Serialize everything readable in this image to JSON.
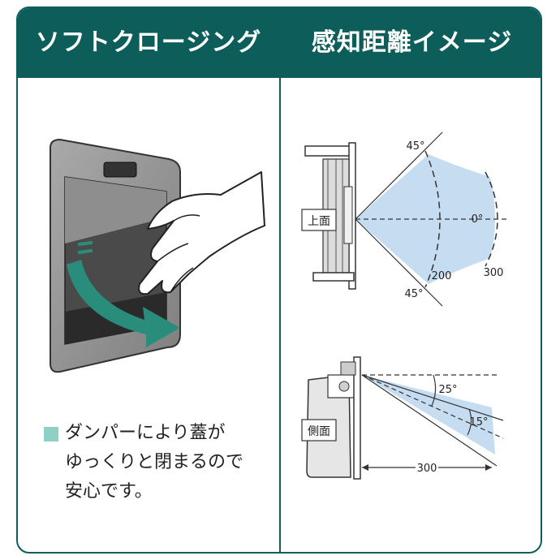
{
  "header": {
    "left_title": "ソフトクロージング",
    "right_title": "感知距離イメージ"
  },
  "description": {
    "lines": [
      "ダンパーにより蓋が",
      "ゆっくりと閉まるので",
      "安心です。"
    ]
  },
  "top_view": {
    "label": "上面",
    "angle_top": "45°",
    "angle_bottom": "45°",
    "center_angle": "0°",
    "dist_inner": "200",
    "dist_outer": "300"
  },
  "side_view": {
    "label": "側面",
    "angle_upper": "25°",
    "angle_lower": "15°",
    "distance": "300"
  },
  "colors": {
    "header_bg": "#0d5e5b",
    "accent_teal": "#2a8d7b",
    "bullet": "#8fd0c4",
    "zone_fill": "#c6dcf0"
  }
}
